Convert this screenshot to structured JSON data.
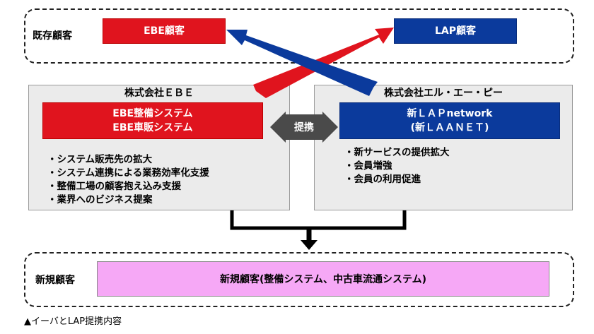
{
  "existing_customers": {
    "label": "既存顧客",
    "ebe_box": "EBE顧客",
    "lap_box": "LAP顧客"
  },
  "ebe_company": {
    "title": "株式会社ＥＢＥ",
    "system_line1": "EBE整備システム",
    "system_line2": "EBE車販システム",
    "bullets": [
      "システム販売先の拡大",
      "システム連携による業務効率化支援",
      "整備工場の顧客抱え込み支援",
      "業界へのビジネス提案"
    ]
  },
  "partnership": {
    "label": "提携"
  },
  "lap_company": {
    "title": "株式会社エル・エー・ピー",
    "network_line1": "新ＬＡＰnetwork",
    "network_line2": "(新ＬＡＡＮＥＴ)",
    "bullets": [
      "新サービスの提供拡大",
      "会員増強",
      "会員の利用促進"
    ]
  },
  "new_customers": {
    "label": "新規顧客",
    "box": "新規顧客(整備システム、中古車流通システム)"
  },
  "caption": "▲イーバとLAP提携内容",
  "colors": {
    "red": "#e0141e",
    "blue": "#0b3a9c",
    "pink": "#f6a8f6",
    "gray_panel": "#ebebeb"
  }
}
